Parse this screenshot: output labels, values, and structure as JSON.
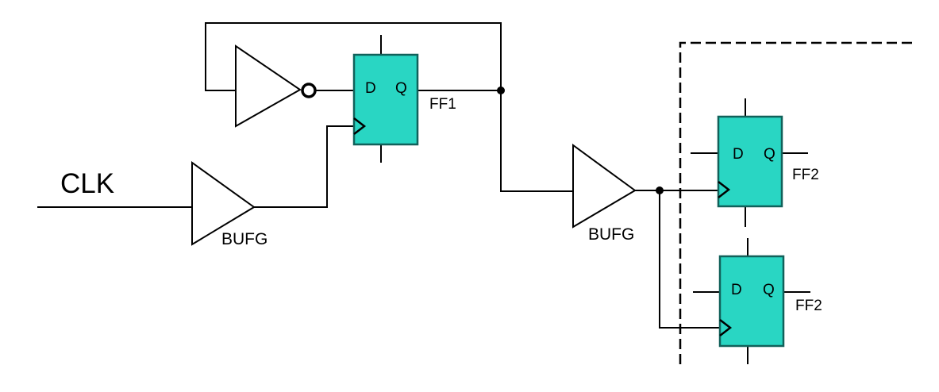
{
  "diagram": {
    "description": "clock-buffer circuit schematic",
    "colors": {
      "background": "#FFFFFF",
      "wire": "#000000",
      "label_text": "#000000",
      "flipflop_fill": "#29D6C3",
      "flipflop_border": "#11615A",
      "boundary": "#000000"
    },
    "inputs": {
      "clk": {
        "label": "CLK"
      }
    },
    "buffers": {
      "bufg1": {
        "label": "BUFG"
      },
      "bufg2": {
        "label": "BUFG"
      }
    },
    "flipflops": {
      "ff1": {
        "d": "D",
        "q": "Q",
        "name": "FF1"
      },
      "ff2_top": {
        "d": "D",
        "q": "Q",
        "name": "FF2"
      },
      "ff2_bottom": {
        "d": "D",
        "q": "Q",
        "name": "FF2"
      }
    },
    "components": [
      {
        "type": "net-label",
        "icon": "clk-signal",
        "label": "CLK"
      },
      {
        "type": "buffer",
        "icon": "buffer-triangle-icon",
        "label": "BUFG"
      },
      {
        "type": "inverter",
        "icon": "inverter-triangle-bubble-icon",
        "label": ""
      },
      {
        "type": "flipflop",
        "icon": "dff-box-icon",
        "label": "FF1",
        "ports": [
          "D",
          "Q"
        ]
      },
      {
        "type": "buffer",
        "icon": "buffer-triangle-icon",
        "label": "BUFG"
      },
      {
        "type": "flipflop",
        "icon": "dff-box-icon",
        "label": "FF2",
        "ports": [
          "D",
          "Q"
        ]
      },
      {
        "type": "flipflop",
        "icon": "dff-box-icon",
        "label": "FF2",
        "ports": [
          "D",
          "Q"
        ]
      },
      {
        "type": "region-boundary",
        "icon": "dashed-border",
        "label": ""
      }
    ]
  }
}
